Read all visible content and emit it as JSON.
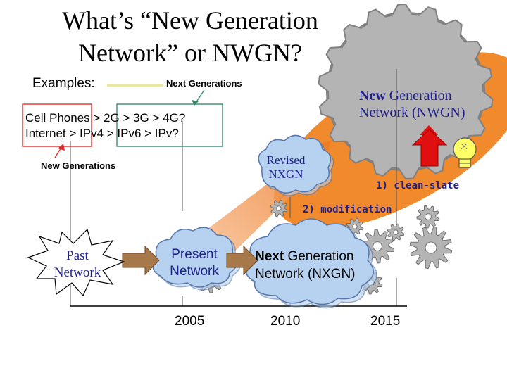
{
  "slide": {
    "title_line1": "What’s “New Generation",
    "title_line2": "Network” or NWGN?"
  },
  "examples": {
    "label": "Examples:",
    "line1": "Cell Phones > 2G > 3G > 4G?",
    "line2": "Internet > IPv4 > IPv6 > IPv?",
    "next_generations_label": "Next Generations",
    "new_generations_label": "New Generations"
  },
  "nwgn": {
    "line1_bold": "New",
    "line1_rest": " Generation",
    "line2": "Network (NWGN)"
  },
  "revised": {
    "line1": "Revised",
    "line2": "NXGN"
  },
  "paths": {
    "clean_slate": "1) clean-slate",
    "modification": "2) modification"
  },
  "timeline": {
    "past": {
      "line1": "Past",
      "line2": "Network"
    },
    "present": {
      "line1": "Present",
      "line2": "Network"
    },
    "next": {
      "line1_bold": "Next",
      "line1_rest": " Generation",
      "line2": "Network (NXGN)"
    },
    "years": [
      "2005",
      "2010",
      "2015"
    ]
  },
  "colors": {
    "orange_ellipse": "#f08a2c",
    "gear_gray": "#b4b4b4",
    "cloud_blue": "#b6d2f0",
    "red_arrow": "#e01010",
    "brown_arrow": "#a7784a",
    "navy_text": "#1f1f8c",
    "box_red": "#e03030",
    "box_green": "#3a8a6a"
  }
}
